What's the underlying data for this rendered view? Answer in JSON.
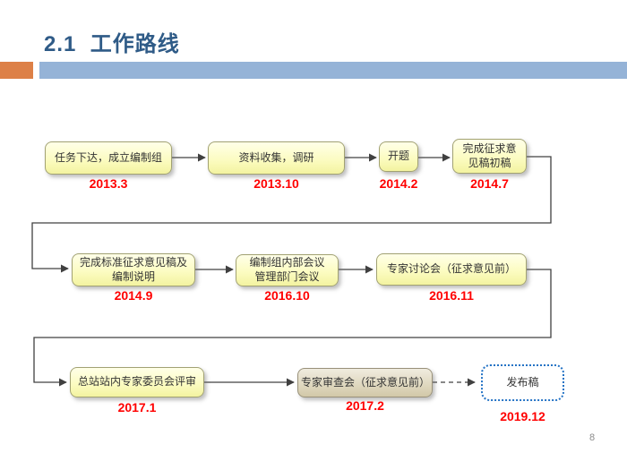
{
  "slide": {
    "title": "2.1  工作路线",
    "page_number": "8"
  },
  "theme": {
    "title_color": "#2F5B87",
    "accent_orange": "#DD8047",
    "accent_blue": "#95B3D7",
    "date_color": "#FF0000",
    "connector_color": "#404040",
    "draft_border": "#2473C5"
  },
  "flow": {
    "nodes": [
      {
        "label": "任务下达，成立编制组",
        "date": "2013.3"
      },
      {
        "label": "资料收集，调研",
        "date": "2013.10"
      },
      {
        "label": "开题",
        "date": "2014.2"
      },
      {
        "label": "完成征求意\n见稿初稿",
        "date": "2014.7"
      },
      {
        "label": "完成标准征求意见稿及\n编制说明",
        "date": "2014.9"
      },
      {
        "label": "编制组内部会议\n管理部门会议",
        "date": "2016.10"
      },
      {
        "label": "专家讨论会（征求意见前）",
        "date": "2016.11"
      },
      {
        "label": "总站站内专家委员会评审",
        "date": "2017.1"
      },
      {
        "label": "专家审查会（征求意见前）",
        "date": "2017.2"
      },
      {
        "label": "发布稿",
        "date": "2019.12"
      }
    ]
  }
}
